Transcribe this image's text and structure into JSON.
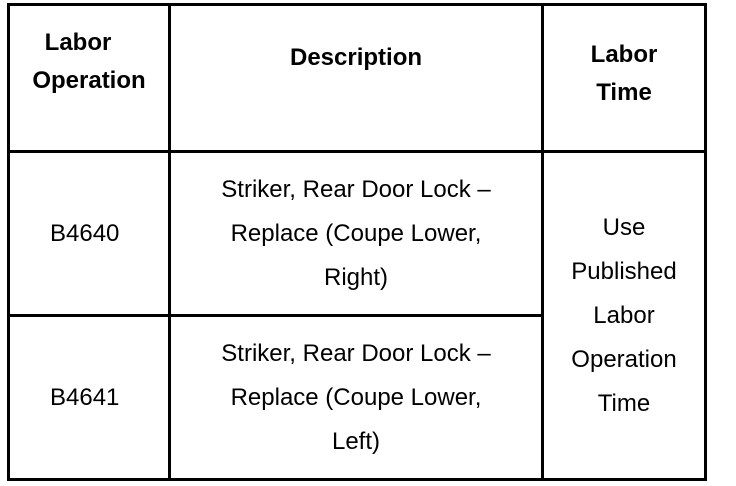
{
  "table": {
    "headers": {
      "labor_operation": [
        "Labor",
        "Operation"
      ],
      "description": "Description",
      "labor_time": [
        "Labor",
        "Time"
      ]
    },
    "rows": [
      {
        "operation": "B4640",
        "description": [
          "Striker, Rear Door Lock –",
          "Replace (Coupe Lower,",
          "Right)"
        ]
      },
      {
        "operation": "B4641",
        "description": [
          "Striker, Rear Door Lock –",
          "Replace (Coupe Lower,",
          "Left)"
        ]
      }
    ],
    "labor_time_merged": [
      "Use",
      "Published",
      "Labor",
      "Operation",
      "Time"
    ]
  }
}
